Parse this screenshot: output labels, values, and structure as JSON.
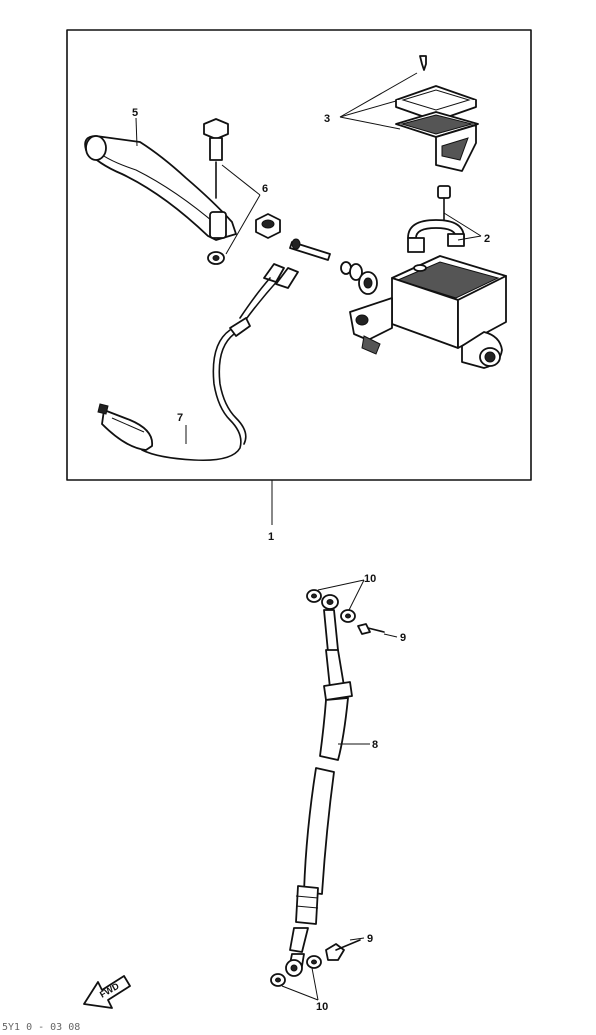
{
  "callouts": {
    "assembly": "1",
    "p2": "2",
    "p3": "3",
    "p5": "5",
    "p6": "6",
    "p7": "7",
    "p8": "8",
    "p9_top": "9",
    "p9_bottom": "9",
    "p10_top": "10",
    "p10_bottom": "10"
  },
  "direction_marker": {
    "label": "FWD"
  },
  "footer_text": "5Y1 0 - 03 08"
}
